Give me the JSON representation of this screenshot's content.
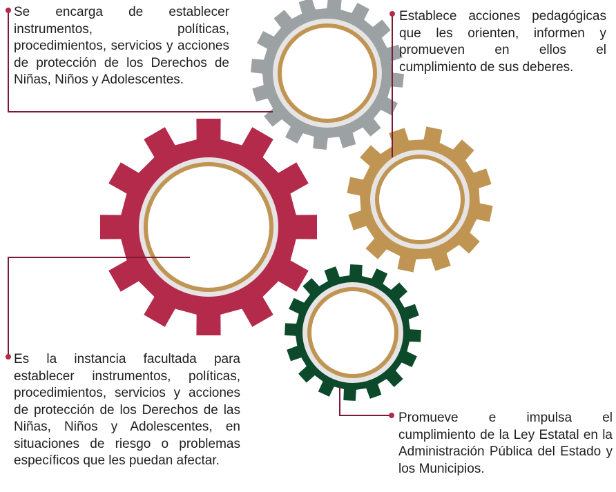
{
  "colors": {
    "gray_gear": "#9ca1a4",
    "gold_gear": "#c09553",
    "red_gear": "#b32a4b",
    "green_gear": "#0d4a2c",
    "ring": "#c09553",
    "ring_gap": "#e6e4e5",
    "inner": "#ffffff",
    "connector_line": "#7a1a35"
  },
  "descriptions": [
    {
      "gear": "gray",
      "text": "Se encarga de establecer instrumentos, políticas, procedimientos, servicios y acciones de protección de los Derechos de Niñas, Niños y Adolescentes."
    },
    {
      "gear": "gold",
      "text": "Establece acciones pedagógicas que les orienten, informen y promueven en ellos el cumplimiento de sus deberes."
    },
    {
      "gear": "red",
      "text": "Es la instancia facultada para establecer instrumentos, políticas, procedimientos, servicios y acciones de protección de los Derechos de las Niñas, Niños y Adolescentes, en situaciones de riesgo o problemas específicos que les puedan afectar."
    },
    {
      "gear": "green",
      "text": "Promueve e impulsa el cumplimiento de la Ley Estatal en la Administración Pública del Estado y los Municipios."
    }
  ]
}
